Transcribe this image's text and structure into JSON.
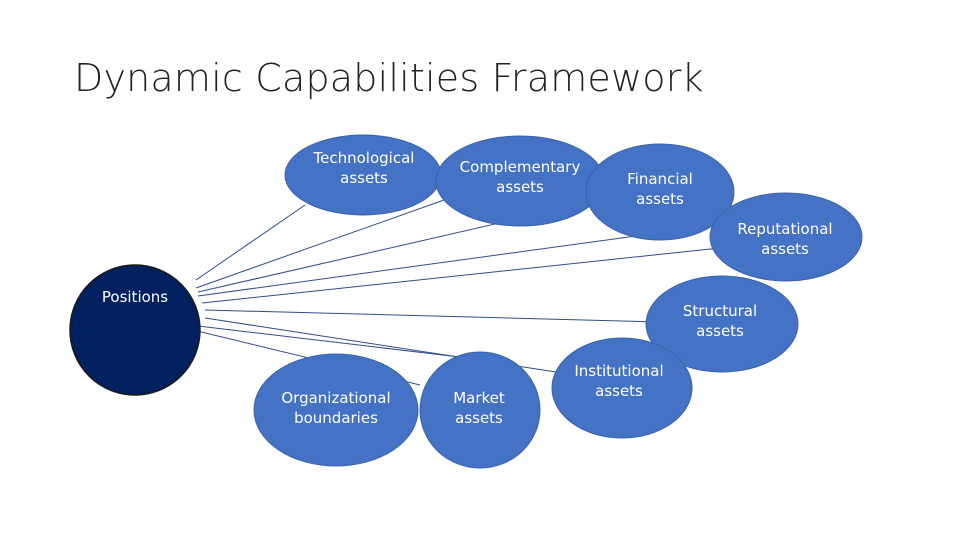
{
  "title": "Dynamic Capabilities Framework",
  "colors": {
    "hub_fill": "#002060",
    "node_fill": "#4472C4",
    "node_stroke": "#3b62a8",
    "connector": "#2f4e8a",
    "hub_stroke": "#1a1a1a"
  },
  "hub": {
    "lines": [
      "Positions"
    ]
  },
  "nodes": [
    {
      "id": "technological",
      "lines": [
        "Technological",
        "assets"
      ]
    },
    {
      "id": "complementary",
      "lines": [
        "Complementary",
        "assets"
      ]
    },
    {
      "id": "financial",
      "lines": [
        "Financial",
        "assets"
      ]
    },
    {
      "id": "reputational",
      "lines": [
        "Reputational",
        "assets"
      ]
    },
    {
      "id": "structural",
      "lines": [
        "Structural",
        "assets"
      ]
    },
    {
      "id": "institutional",
      "lines": [
        "Institutional",
        "assets"
      ]
    },
    {
      "id": "market",
      "lines": [
        "Market",
        "assets"
      ]
    },
    {
      "id": "organizational",
      "lines": [
        "Organizational",
        "boundaries"
      ]
    }
  ]
}
